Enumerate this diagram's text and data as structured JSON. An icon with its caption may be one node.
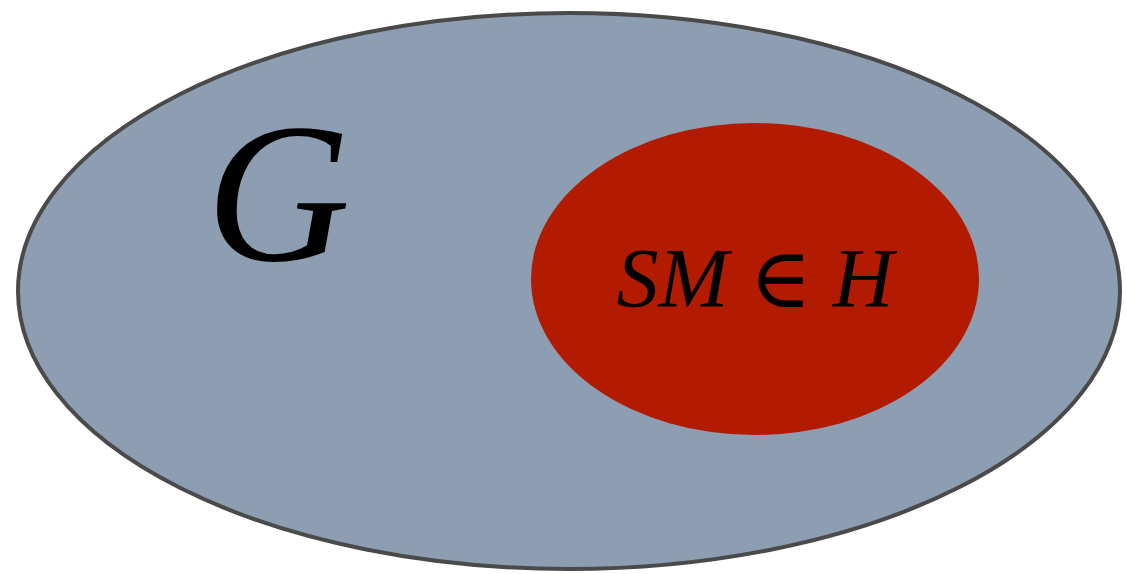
{
  "diagram": {
    "nodes": [
      {
        "text": [
          "G"
        ]
      },
      {
        "text": [
          "SM ∈ H"
        ],
        "in": 0
      }
    ]
  }
}
